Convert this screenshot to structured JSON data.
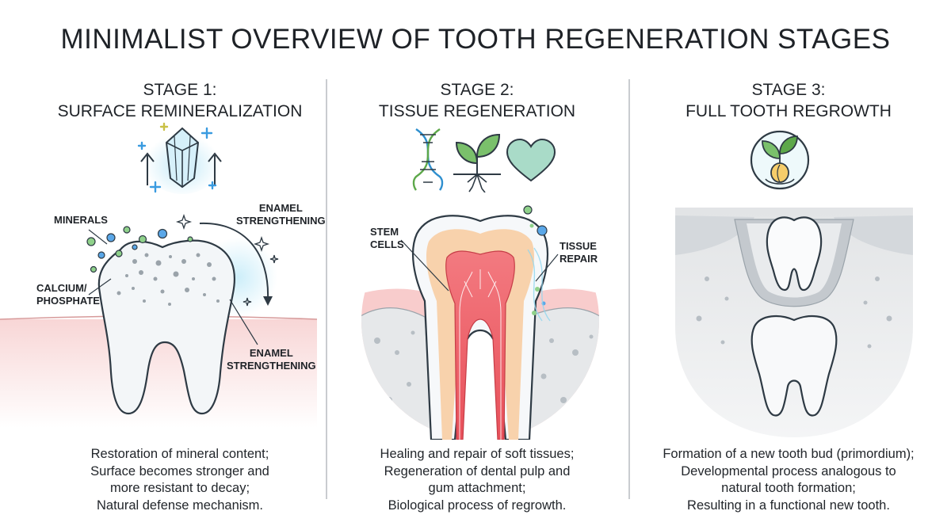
{
  "title": "MINIMALIST OVERVIEW OF TOOTH REGENERATION STAGES",
  "stages": [
    {
      "heading": [
        "STAGE 1:",
        "SURFACE REMINERALIZATION"
      ],
      "labels": {
        "minerals": "MINERALS",
        "calcium": [
          "CALCIUM/",
          "PHOSPHATE"
        ],
        "enamel_top": [
          "ENAMEL",
          "STRENGTHENING"
        ],
        "enamel_bottom": [
          "ENAMEL",
          "STRENGTHENING"
        ]
      },
      "icons": [
        "crystal-icon",
        "arrow-up-icon",
        "sparkle-plus-icon"
      ],
      "description": [
        "Restoration of mineral content;",
        "Surface becomes stronger and",
        "more resistant to decay;",
        "Natural defense mechanism."
      ]
    },
    {
      "heading": [
        "STAGE 2:",
        "TISSUE REGENERATION"
      ],
      "labels": {
        "stem_cells": [
          "STEM",
          "CELLS"
        ],
        "tissue_repair": [
          "TISSUE",
          "REPAIR"
        ]
      },
      "icons": [
        "dna-icon",
        "sprout-icon",
        "heart-icon"
      ],
      "description": [
        "Healing and repair of soft tissues;",
        "Regeneration of dental pulp and",
        "gum attachment;",
        "Biological process of regrowth."
      ]
    },
    {
      "heading": [
        "STAGE 3:",
        "FULL TOOTH REGROWTH"
      ],
      "labels": {},
      "icons": [
        "seed-sprout-icon"
      ],
      "description": [
        "Formation of a new tooth bud (primordium);",
        "Developmental process analogous to",
        "natural tooth formation;",
        "Resulting in a functional new tooth."
      ]
    }
  ],
  "colors": {
    "outline": "#2e3a44",
    "gum": "#f6c9c9",
    "pulp": "#f0606a",
    "dentin": "#f6c9a0",
    "crystal": "#a9dcef",
    "accent_blue": "#2f86d6",
    "accent_green": "#5da84a",
    "bone": "#e6e8ea"
  }
}
